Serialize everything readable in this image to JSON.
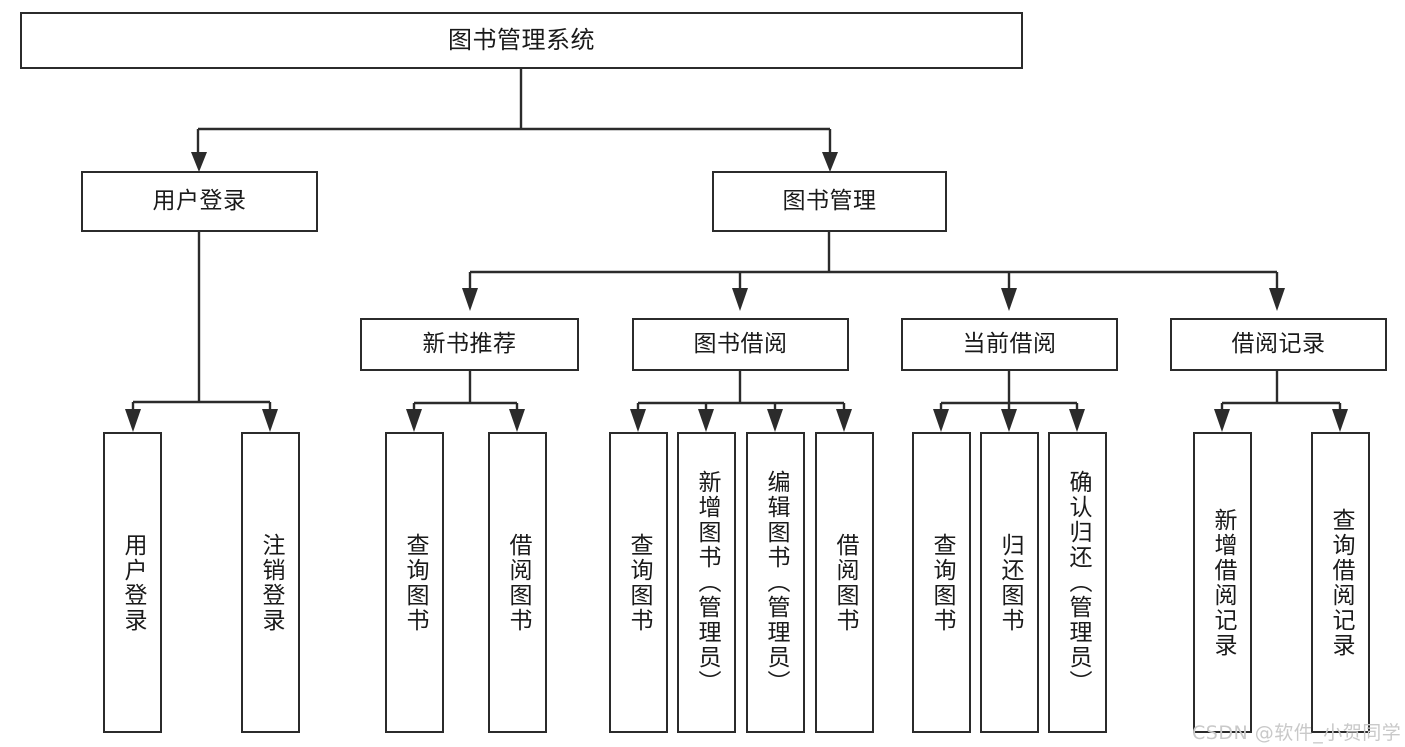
{
  "diagram": {
    "type": "tree-hierarchy",
    "title": "图书管理系统",
    "root": {
      "label": "图书管理系统"
    },
    "level2": [
      {
        "label": "用户登录"
      },
      {
        "label": "图书管理"
      }
    ],
    "level3": [
      {
        "label": "新书推荐"
      },
      {
        "label": "图书借阅"
      },
      {
        "label": "当前借阅"
      },
      {
        "label": "借阅记录"
      }
    ],
    "leaves": {
      "user_login": [
        {
          "label": "用户登录"
        },
        {
          "label": "注销登录"
        }
      ],
      "new_book_recommend": [
        {
          "label": "查询图书"
        },
        {
          "label": "借阅图书"
        }
      ],
      "book_borrow": [
        {
          "label": "查询图书"
        },
        {
          "label": "新增图书（管理员）"
        },
        {
          "label": "编辑图书（管理员）"
        },
        {
          "label": "借阅图书"
        }
      ],
      "current_borrow": [
        {
          "label": "查询图书"
        },
        {
          "label": "归还图书"
        },
        {
          "label": "确认归还（管理员）"
        }
      ],
      "borrow_record": [
        {
          "label": "新增借阅记录"
        },
        {
          "label": "查询借阅记录"
        }
      ]
    }
  },
  "watermark": {
    "text": "CSDN @软件_小贺同学"
  },
  "colors": {
    "box_border": "#2b2b2b",
    "box_fill": "#ffffff",
    "text": "#1a1a1a",
    "connector": "#2b2b2b",
    "watermark": "#c9c9c9",
    "background": "#ffffff"
  }
}
